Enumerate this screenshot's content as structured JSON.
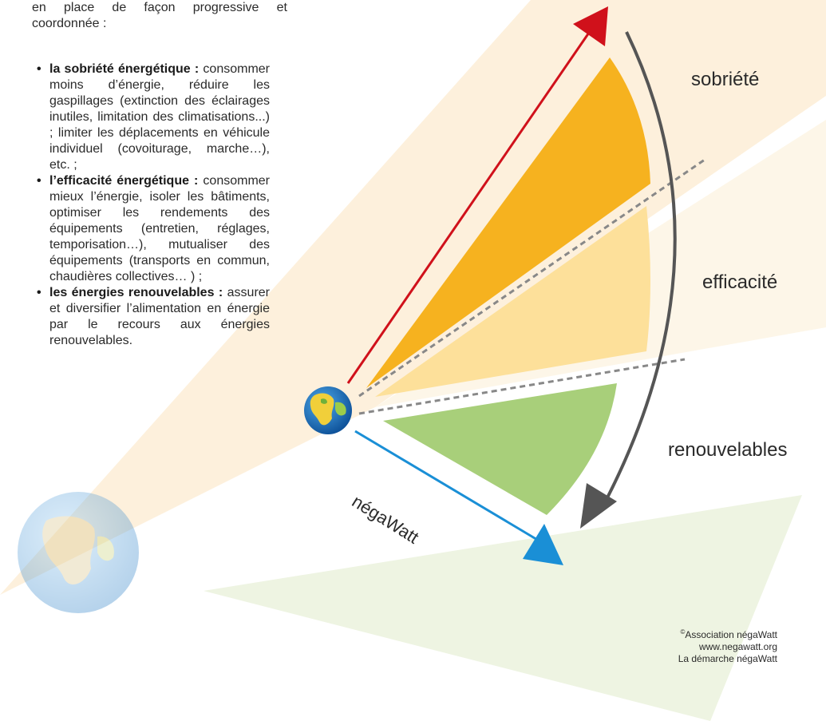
{
  "intro_text": "en place de façon progressive et coordonnée :",
  "items": [
    {
      "term": "la sobriété énergétique :",
      "text": "consommer moins d’énergie, réduire les gaspillages (extinction des éclairages inutiles, limitation des climatisations...) ; limiter les déplacements en véhicule individuel (covoiturage, marche…), etc. ;"
    },
    {
      "term": "l’efficacité énergétique :",
      "text": "consommer mieux l’énergie, isoler les bâtiments, optimiser les rendements des équipements (entretien, réglages, temporisation…), mutualiser des équipements (transports en commun, chaudières collectives… ) ;"
    },
    {
      "term": "les énergies renouvelables :",
      "text": "assurer et diversifier l’alimentation en énergie par le recours aux énergies renouvelables."
    }
  ],
  "bullet_glyph": "•",
  "diagram": {
    "label_sobriete": "sobriété",
    "label_efficacite": "efficacité",
    "label_renouvelables": "renouvelables",
    "label_negawatt": "négaWatt"
  },
  "credits": {
    "line1_mark": "©",
    "line1_text": "Association négaWatt",
    "line2": "www.negawatt.org",
    "line3": "La démarche négaWatt"
  },
  "colors": {
    "sobriete": "#f6b21f",
    "efficacite": "#fde09a",
    "renouvelables": "#a8cf7a",
    "arrow_red": "#d0111b",
    "arrow_blue": "#1a8fd6",
    "arrow_grey": "#555555",
    "beam_orange": "#fdf0dc",
    "beam_green": "#eef4e2"
  },
  "icons": [
    "globe-icon",
    "faded-globe-icon"
  ]
}
